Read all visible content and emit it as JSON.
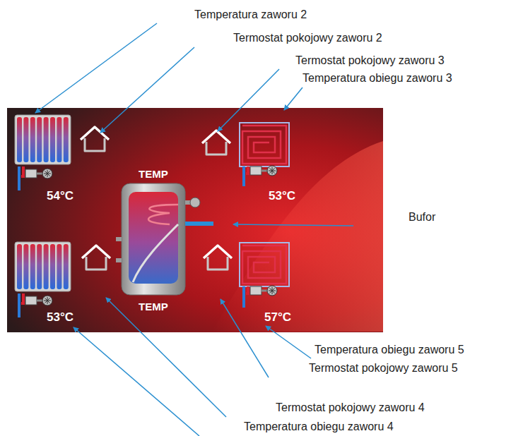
{
  "diagram": {
    "labels": [
      "Temperatura zaworu 2",
      "Termostat pokojowy zaworu 2",
      "Termostat pokojowy zaworu 3",
      "Temperatura obiegu zaworu 3",
      "TEMP",
      "54°C",
      "53°C",
      "Bufor",
      "TEMP",
      "53°C",
      "57°C",
      "Temperatura obiegu zaworu 5",
      "Termostat pokojowy zaworu 5",
      "Termostat pokojowy zaworu 4",
      "Temperatura obiegu zaworu 4"
    ]
  }
}
